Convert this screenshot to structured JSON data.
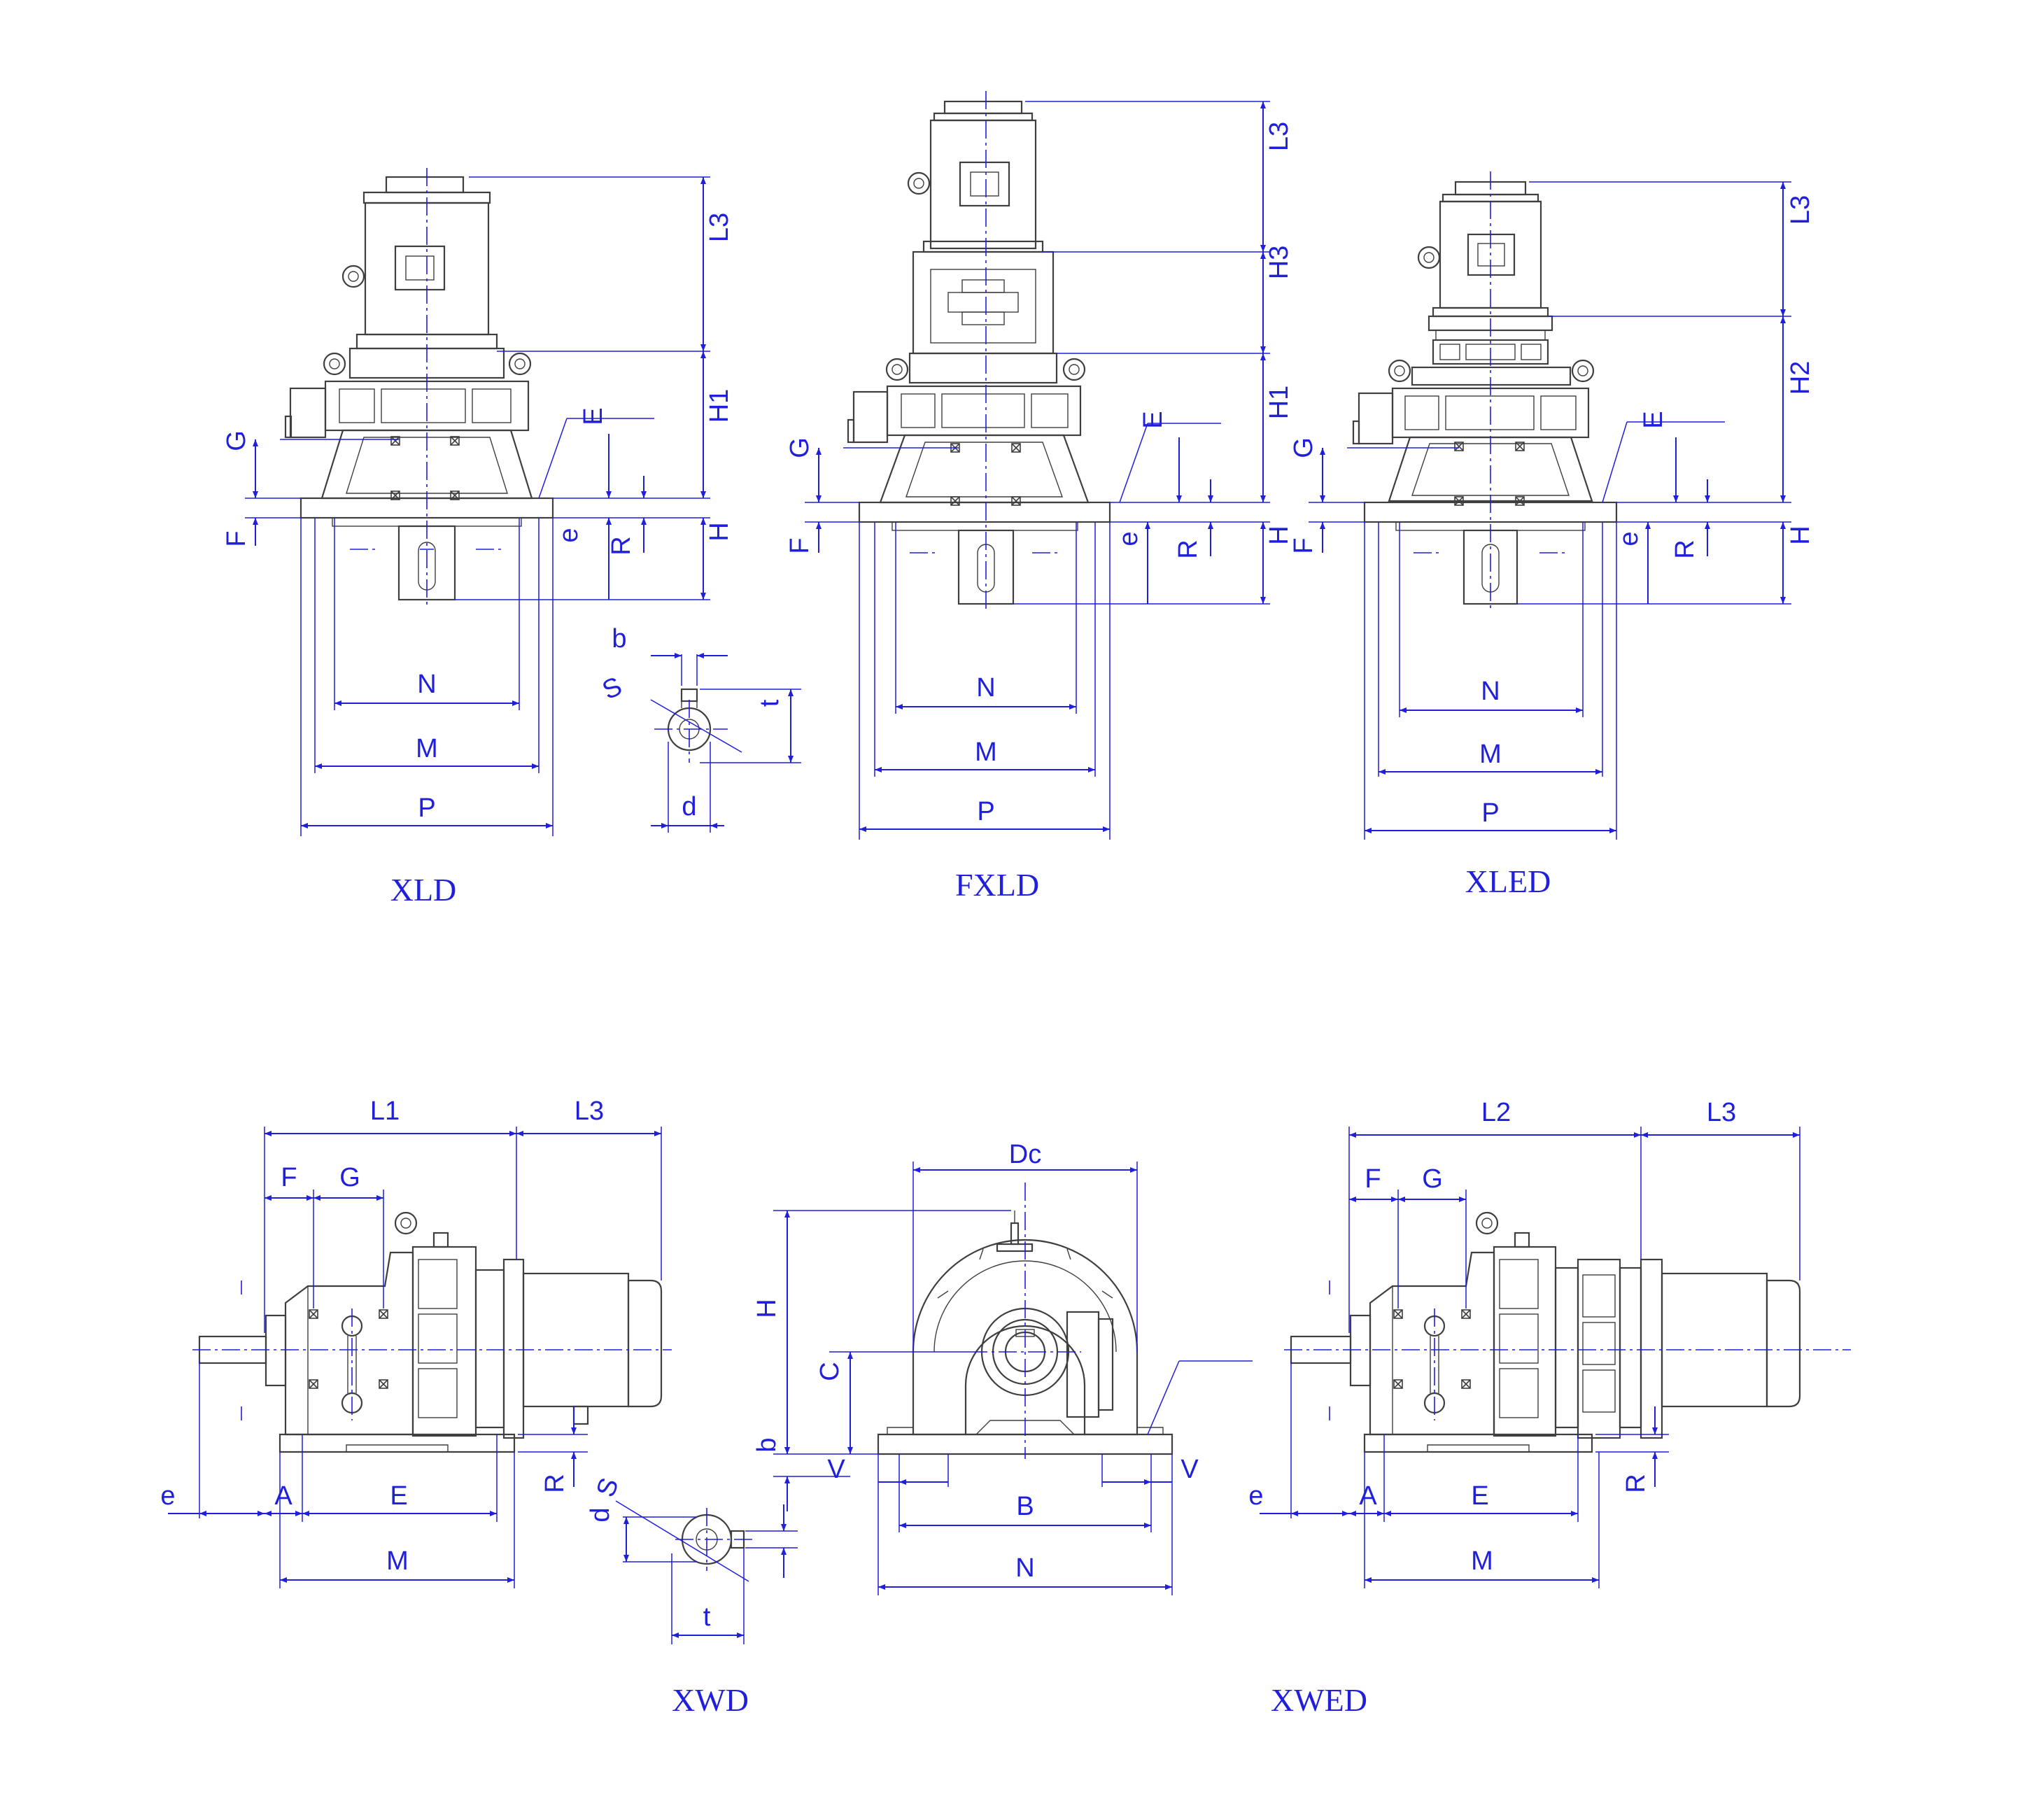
{
  "colors": {
    "dimension": "#1f1fdc",
    "outline": "#3f3f3f",
    "background": "#ffffff"
  },
  "captions": {
    "xld": "XLD",
    "fxld": "FXLD",
    "xled": "XLED",
    "xwd": "XWD",
    "xwed": "XWED"
  },
  "xld": {
    "L3": "L3",
    "H1": "H1",
    "H": "H",
    "G": "G",
    "F": "F",
    "E": "E",
    "e": "e",
    "R": "R",
    "N": "N",
    "M": "M",
    "P": "P"
  },
  "fxld": {
    "L3": "L3",
    "H3": "H3",
    "H1": "H1",
    "H": "H",
    "G": "G",
    "F": "F",
    "E": "E",
    "e": "e",
    "R": "R",
    "N": "N",
    "M": "M",
    "P": "P"
  },
  "xled": {
    "L3": "L3",
    "H2": "H2",
    "H": "H",
    "G": "G",
    "F": "F",
    "E": "E",
    "e": "e",
    "R": "R",
    "N": "N",
    "M": "M",
    "P": "P"
  },
  "shaft_top": {
    "b": "b",
    "S": "S",
    "t": "t",
    "d": "d"
  },
  "xwd": {
    "L1": "L1",
    "L3": "L3",
    "F": "F",
    "G": "G",
    "e": "e",
    "A": "A",
    "E": "E",
    "R": "R",
    "M": "M"
  },
  "shaft_bottom": {
    "S": "S",
    "d": "d",
    "t": "t"
  },
  "front": {
    "Dc": "Dc",
    "H": "H",
    "C": "C",
    "b": "b",
    "V_left": "V",
    "V_right": "V",
    "B": "B",
    "N": "N"
  },
  "xwed": {
    "L2": "L2",
    "L3": "L3",
    "F": "F",
    "G": "G",
    "e": "e",
    "A": "A",
    "E": "E",
    "R": "R",
    "M": "M"
  }
}
